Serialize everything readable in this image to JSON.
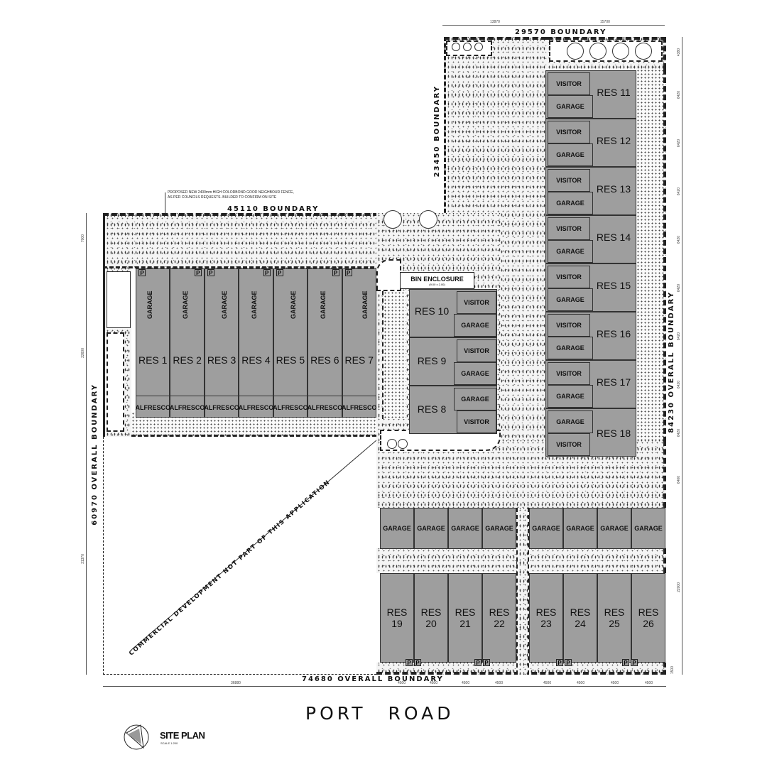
{
  "title": {
    "road_name": "PORT ROAD",
    "plan_title": "SITE PLAN",
    "scale": "SCALE 1:200"
  },
  "boundaries": {
    "top_east": "29570 BOUNDARY",
    "top_west": "45110 BOUNDARY",
    "west_inner": "23450 BOUNDARY",
    "left_overall": "60970 OVERALL BOUNDARY",
    "right_overall": "84230 OVERALL BOUNDARY",
    "bottom_overall": "74680 OVERALL BOUNDARY"
  },
  "notes": {
    "fence": "PROPOSED NEW 2400mm HIGH COLORBOND GOOD NEIGHBOUR FENCE,",
    "fence_line2": "AS PER COUNCILS REQUESTS. BUILDER TO CONFIRM ON SITE",
    "commercial": "COMMERCIAL DEVELOPMENT NOT PART OF THIS APPLICATION",
    "bin_enclosure": "BIN ENCLOSURE",
    "bin_size": "(9.00 x 2.00)"
  },
  "dimensions": {
    "top": [
      "13870",
      "15700"
    ],
    "right_upper": [
      "4380",
      "6420",
      "6420",
      "6420",
      "6420",
      "6420",
      "6420",
      "6420",
      "6420"
    ],
    "right_lower": [
      "6400",
      "22000",
      "1500"
    ],
    "bottom": [
      "36880",
      "4500",
      "4500",
      "4500",
      "4500",
      "4500",
      "4500",
      "4500",
      "4500"
    ],
    "left": [
      "7000",
      "22600",
      "31370"
    ]
  },
  "west_units": [
    {
      "res": "RES 1",
      "garage": "GARAGE",
      "alfresco": "ALFRESCO"
    },
    {
      "res": "RES 2",
      "garage": "GARAGE",
      "alfresco": "ALFRESCO"
    },
    {
      "res": "RES 3",
      "garage": "GARAGE",
      "alfresco": "ALFRESCO"
    },
    {
      "res": "RES 4",
      "garage": "GARAGE",
      "alfresco": "ALFRESCO"
    },
    {
      "res": "RES 5",
      "garage": "GARAGE",
      "alfresco": "ALFRESCO"
    },
    {
      "res": "RES 6",
      "garage": "GARAGE",
      "alfresco": "ALFRESCO"
    },
    {
      "res": "RES 7",
      "garage": "GARAGE",
      "alfresco": "ALFRESCO"
    }
  ],
  "middle_units": [
    {
      "res": "RES 10",
      "top": "VISITOR",
      "bottom": "GARAGE"
    },
    {
      "res": "RES 9",
      "top": "VISITOR",
      "bottom": "GARAGE"
    },
    {
      "res": "RES 8",
      "top": "GARAGE",
      "bottom": "VISITOR"
    }
  ],
  "east_units": [
    {
      "res": "RES 11",
      "top": "VISITOR",
      "bottom": "GARAGE"
    },
    {
      "res": "RES 12",
      "top": "VISITOR",
      "bottom": "GARAGE"
    },
    {
      "res": "RES 13",
      "top": "VISITOR",
      "bottom": "GARAGE"
    },
    {
      "res": "RES 14",
      "top": "VISITOR",
      "bottom": "GARAGE"
    },
    {
      "res": "RES 15",
      "top": "VISITOR",
      "bottom": "GARAGE"
    },
    {
      "res": "RES 16",
      "top": "VISITOR",
      "bottom": "GARAGE"
    },
    {
      "res": "RES 17",
      "top": "VISITOR",
      "bottom": "GARAGE"
    },
    {
      "res": "RES 18",
      "top": "GARAGE",
      "bottom": "VISITOR"
    }
  ],
  "south_units": [
    {
      "res": "RES 19",
      "garage": "GARAGE"
    },
    {
      "res": "RES 20",
      "garage": "GARAGE"
    },
    {
      "res": "RES 21",
      "garage": "GARAGE"
    },
    {
      "res": "RES 22",
      "garage": "GARAGE"
    },
    {
      "res": "RES 23",
      "garage": "GARAGE"
    },
    {
      "res": "RES 24",
      "garage": "GARAGE"
    },
    {
      "res": "RES 25",
      "garage": "GARAGE"
    },
    {
      "res": "RES 26",
      "garage": "GARAGE"
    }
  ],
  "parking_label": "P"
}
